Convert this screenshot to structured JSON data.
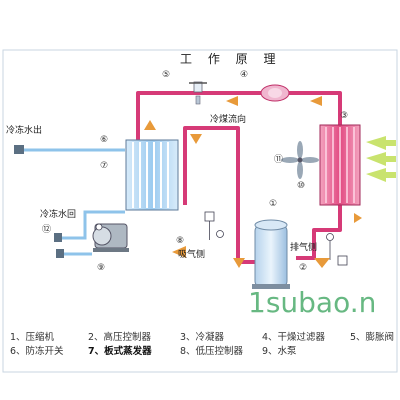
{
  "title": "工 作 原 理",
  "labels": {
    "chilled_water_out": "冷冻水出",
    "chilled_water_return": "冷冻水回",
    "refrigerant_flow": "冷煤流向",
    "suction_side": "吸气侧",
    "discharge_side": "排气侧"
  },
  "numbers": {
    "n1": "①",
    "n2": "②",
    "n3": "③",
    "n4": "④",
    "n5": "⑤",
    "n6": "⑥",
    "n7": "⑦",
    "n8": "⑧",
    "n9": "⑨",
    "n10": "⑩",
    "n11": "⑪",
    "n12": "⑫"
  },
  "legend": {
    "row1": [
      "1、压缩机",
      "2、高压控制器",
      "3、冷凝器",
      "4、干燥过滤器",
      "5、膨胀阀"
    ],
    "row2": [
      "6、防冻开关",
      "7、板式蒸发器",
      "8、低压控制器",
      "9、水泵"
    ]
  },
  "watermark": "1subao.n",
  "colors": {
    "hot_pipe": "#d63a77",
    "cold_pipe": "#8ec3ea",
    "flow_arrow": "#e89a3a",
    "heat_arrow": "#c9e36e",
    "watermark": "#2e9e53"
  }
}
